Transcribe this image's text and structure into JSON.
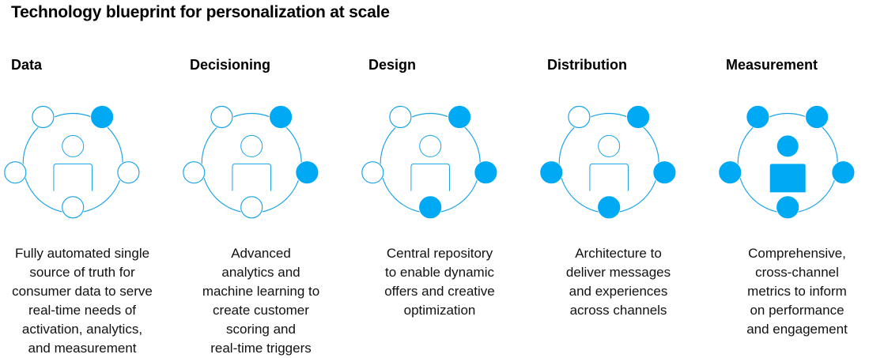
{
  "title": "Technology blueprint for personalization at scale",
  "colors": {
    "accent": "#00A9F4",
    "stroke": "#1AA3E8"
  },
  "stages": [
    {
      "label": "Data",
      "filled_nodes": [
        "top-right"
      ],
      "person_filled": false,
      "description_lines": [
        "Fully automated single",
        "source of truth for",
        "consumer data to serve",
        "real-time needs of",
        "activation, analytics,",
        "and measurement"
      ]
    },
    {
      "label": "Decisioning",
      "filled_nodes": [
        "top-right",
        "right"
      ],
      "person_filled": false,
      "description_lines": [
        "Advanced",
        "analytics and",
        "machine learning to",
        "create customer",
        "scoring and",
        "real-time triggers"
      ]
    },
    {
      "label": "Design",
      "filled_nodes": [
        "top-right",
        "right",
        "bottom"
      ],
      "person_filled": false,
      "description_lines": [
        "Central repository",
        "to enable dynamic",
        "offers and creative",
        "optimization"
      ]
    },
    {
      "label": "Distribution",
      "filled_nodes": [
        "top-right",
        "right",
        "bottom",
        "left"
      ],
      "person_filled": false,
      "description_lines": [
        "Architecture to",
        "deliver messages",
        "and experiences",
        "across channels"
      ]
    },
    {
      "label": "Measurement",
      "filled_nodes": [
        "top-left",
        "top-right",
        "right",
        "bottom",
        "left"
      ],
      "person_filled": true,
      "description_lines": [
        "Comprehensive,",
        "cross-channel",
        "metrics to inform",
        "on performance",
        "and engagement"
      ]
    }
  ]
}
